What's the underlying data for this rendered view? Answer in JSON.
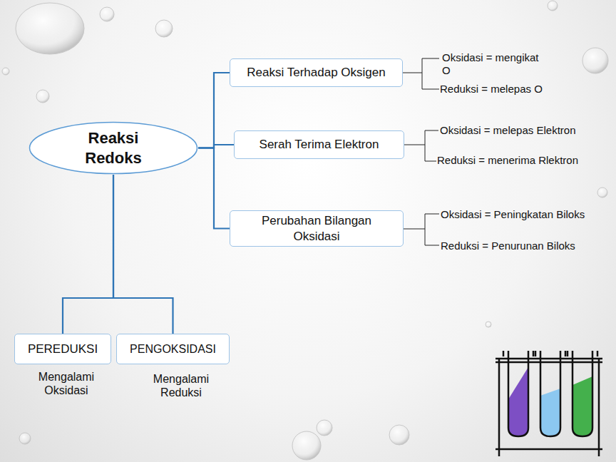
{
  "diagram": {
    "nodes": [
      {
        "text": [
          "Reaksi Redoks"
        ]
      },
      {
        "text": [
          "Reaksi Terhadap Oksigen"
        ]
      },
      {
        "text": [
          "Serah Terima Elektron"
        ]
      },
      {
        "text": [
          "Perubahan Bilangan Oksidasi"
        ]
      },
      {
        "text": [
          "PEREDUKSI"
        ]
      },
      {
        "text": [
          "PENGOKSIDASI"
        ]
      }
    ],
    "edges": [
      {
        "from": 0,
        "to": 1,
        "arrow": "none"
      },
      {
        "from": 0,
        "to": 2,
        "arrow": "none"
      },
      {
        "from": 0,
        "to": 3,
        "arrow": "none"
      },
      {
        "from": 0,
        "to": 4,
        "arrow": "none"
      },
      {
        "from": 0,
        "to": 5,
        "arrow": "none"
      }
    ],
    "labels": [
      "Oksidasi = mengikat O",
      "Reduksi = melepas O",
      "Oksidasi = melepas Elektron",
      "Reduksi = menerima Rlektron",
      "Oksidasi = Peningkatan Biloks",
      "Reduksi = Penurunan Biloks",
      "Mengalami Oksidasi",
      "Mengalami Reduksi"
    ]
  }
}
